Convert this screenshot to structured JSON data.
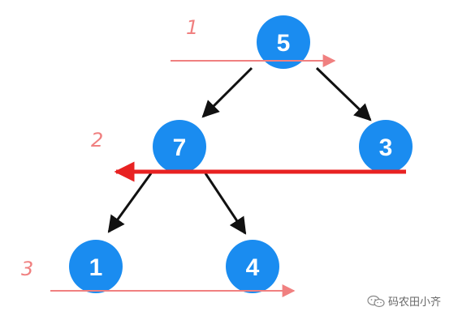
{
  "colors": {
    "node_fill": "#1a8cf0",
    "node_text": "#ffffff",
    "edge": "#111111",
    "level_label": "#f08080",
    "level_arrow": "#f08080",
    "highlight_arrow": "#e82222"
  },
  "nodes": [
    {
      "id": "n5",
      "label": "5"
    },
    {
      "id": "n7",
      "label": "7"
    },
    {
      "id": "n3",
      "label": "3"
    },
    {
      "id": "n1",
      "label": "1"
    },
    {
      "id": "n4",
      "label": "4"
    }
  ],
  "edges": [
    {
      "from": "n5",
      "to": "n7"
    },
    {
      "from": "n5",
      "to": "n3"
    },
    {
      "from": "n7",
      "to": "n1"
    },
    {
      "from": "n7",
      "to": "n4"
    }
  ],
  "levels": [
    {
      "label": "1",
      "direction": "left-to-right"
    },
    {
      "label": "2",
      "direction": "right-to-left",
      "highlight": true
    },
    {
      "label": "3",
      "direction": "left-to-right"
    }
  ],
  "watermark": {
    "text": "码农田小齐"
  }
}
